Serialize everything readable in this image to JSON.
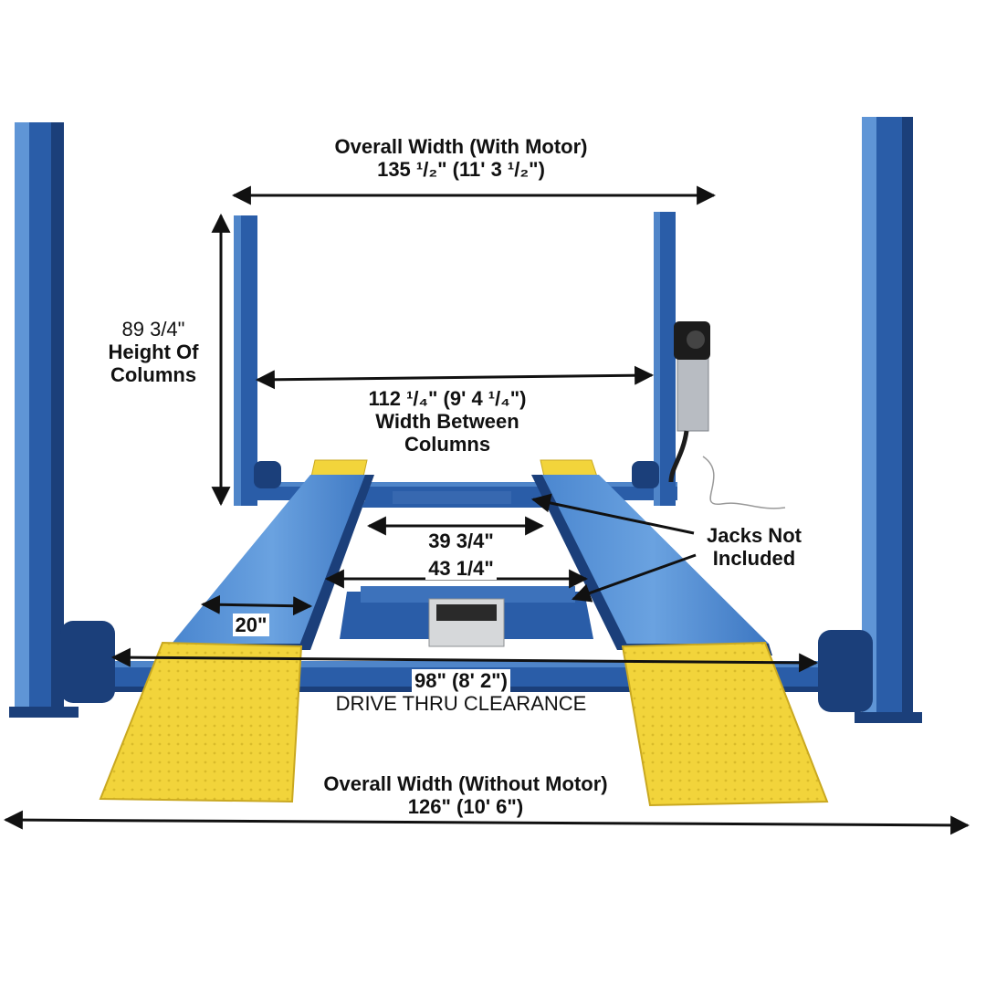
{
  "colors": {
    "frame_blue": "#2a5da8",
    "frame_blue_dark": "#1b3f7a",
    "frame_blue_light": "#5f95d6",
    "ramp_yellow": "#f2d43b",
    "ramp_yellow_dark": "#c9a820",
    "arrow": "#111111",
    "background": "#ffffff"
  },
  "labels": {
    "overall_with_motor": {
      "line1": "Overall Width (With Motor)",
      "line2": "135 ¹/₂\" (11' 3 ¹/₂\")"
    },
    "column_height": {
      "line1": "89 3/4\"",
      "line2": "Height Of",
      "line3": "Columns"
    },
    "between_columns": {
      "line1": "112 ¹/₄\" (9' 4 ¹/₄\")",
      "line2": "Width Between",
      "line3": "Columns"
    },
    "inner_a": "39 3/4\"",
    "inner_b": "43 1/4\"",
    "jacks": {
      "line1": "Jacks Not",
      "line2": "Included"
    },
    "runway_width": "20\"",
    "drive_thru": {
      "line1": "98\" (8' 2\")",
      "line2": "DRIVE THRU CLEARANCE"
    },
    "overall_without_motor": {
      "line1": "Overall Width (Without Motor)",
      "line2": "126\" (10' 6\")"
    }
  }
}
